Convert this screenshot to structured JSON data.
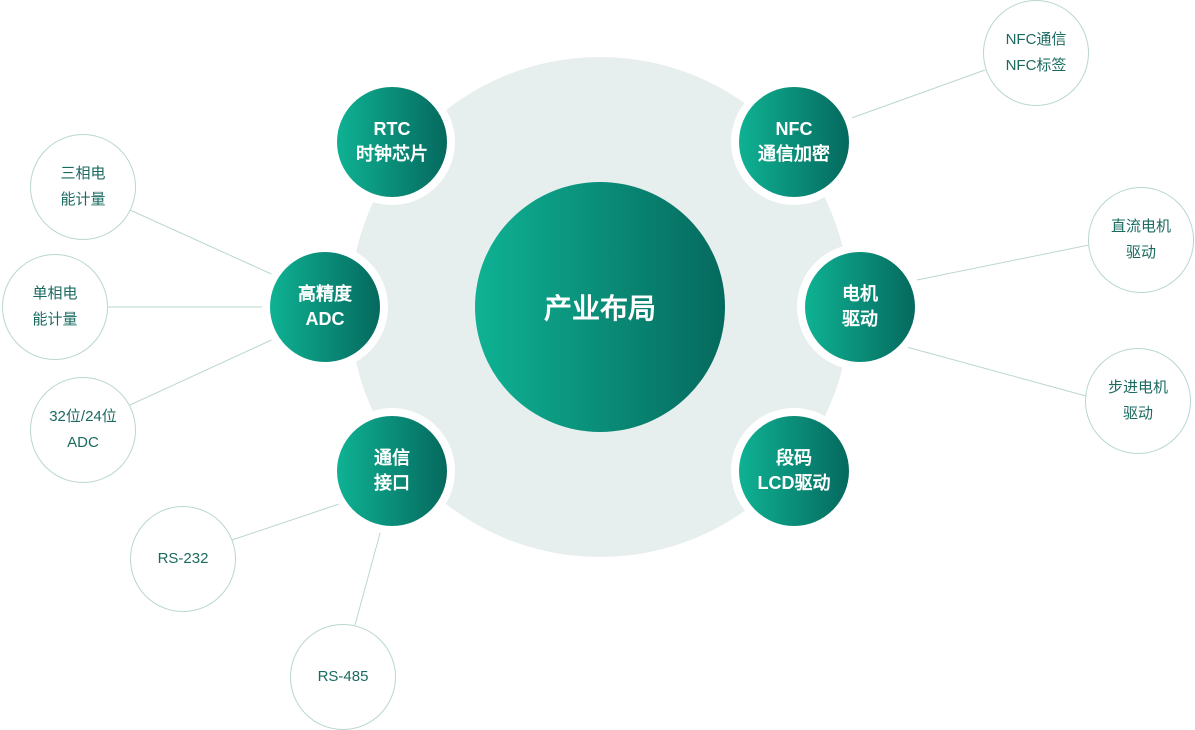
{
  "center": {
    "label": "产业布局"
  },
  "nodes": [
    {
      "id": "rtc",
      "lines": [
        "RTC",
        "时钟芯片"
      ]
    },
    {
      "id": "nfc",
      "lines": [
        "NFC",
        "通信加密"
      ]
    },
    {
      "id": "adc",
      "lines": [
        "高精度",
        "ADC"
      ]
    },
    {
      "id": "motor",
      "lines": [
        "电机",
        "驱动"
      ]
    },
    {
      "id": "comm",
      "lines": [
        "通信",
        "接口"
      ]
    },
    {
      "id": "lcd",
      "lines": [
        "段码",
        "LCD驱动"
      ]
    }
  ],
  "leaves": [
    {
      "lines": [
        "三相电",
        "能计量"
      ]
    },
    {
      "lines": [
        "单相电",
        "能计量"
      ]
    },
    {
      "lines": [
        "32位/24位",
        "ADC"
      ]
    },
    {
      "lines": [
        "RS-232"
      ]
    },
    {
      "lines": [
        "RS-485"
      ]
    },
    {
      "lines": [
        "NFC通信",
        "NFC标签"
      ]
    },
    {
      "lines": [
        "直流电机",
        "驱动"
      ]
    },
    {
      "lines": [
        "步进电机",
        "驱动"
      ]
    }
  ],
  "colors": {
    "gradient_start": "#0fb293",
    "gradient_end": "#05695e",
    "background_ring": "#e6efed",
    "leaf_text": "#1a6a60"
  }
}
